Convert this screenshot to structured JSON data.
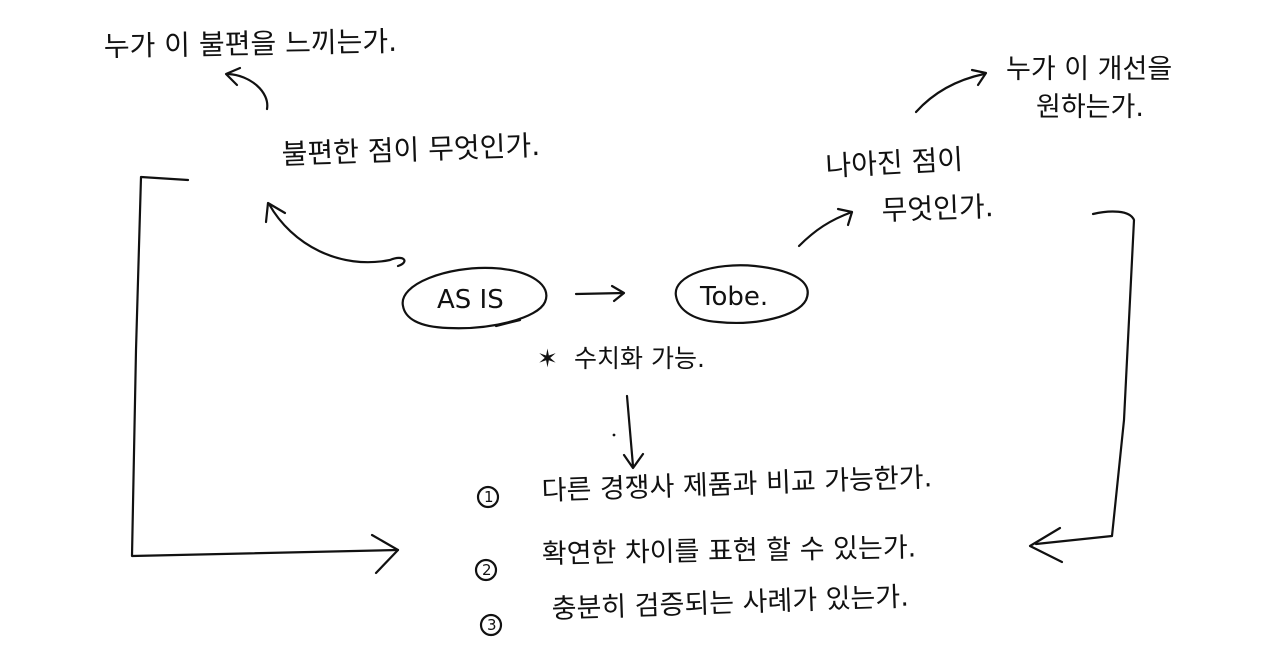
{
  "nodes": {
    "as_is": "AS IS",
    "to_be": "Tobe."
  },
  "notes": {
    "top_left_question": "누가 이 불편을 느끼는가.",
    "inconvenience_question": "불편한 점이 무엇인가.",
    "difference_line1": "나아진 점이",
    "difference_line2": "무엇인가.",
    "top_right_line1": "누가 이 개선을",
    "top_right_line2": "원하는가.",
    "quantify_note": "수치화 가능."
  },
  "criteria": [
    {
      "marker": "1",
      "text": "다른 경쟁사 제품과 비교 가능한가."
    },
    {
      "marker": "2",
      "text": "확연한 차이를 표현 할 수 있는가."
    },
    {
      "marker": "3",
      "text": "충분히 검증되는 사례가 있는가."
    }
  ],
  "symbols": {
    "star": "✶"
  }
}
